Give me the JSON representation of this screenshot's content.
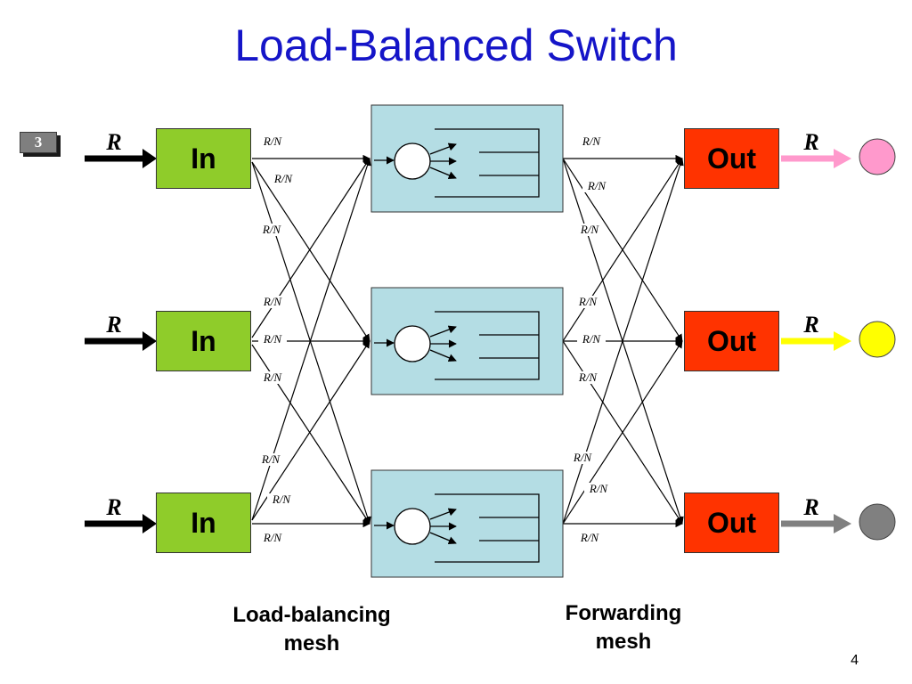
{
  "slide": {
    "title": "Load-Balanced Switch",
    "badge": "3",
    "page_number": "4"
  },
  "inputs": [
    {
      "label": "In",
      "rate": "R"
    },
    {
      "label": "In",
      "rate": "R"
    },
    {
      "label": "In",
      "rate": "R"
    }
  ],
  "outputs": [
    {
      "label": "Out",
      "rate": "R",
      "color": "#ff99cc"
    },
    {
      "label": "Out",
      "rate": "R",
      "color": "#ffff00"
    },
    {
      "label": "Out",
      "rate": "R",
      "color": "#808080"
    }
  ],
  "link_rate_label": "R/N",
  "captions": {
    "load_balancing": "Load-balancing\nmesh",
    "forwarding": "Forwarding\nmesh"
  },
  "colors": {
    "title": "#1515c8",
    "input_box": "#8fcc2a",
    "output_box": "#ff3300",
    "switch_box": "#b4dde4"
  }
}
